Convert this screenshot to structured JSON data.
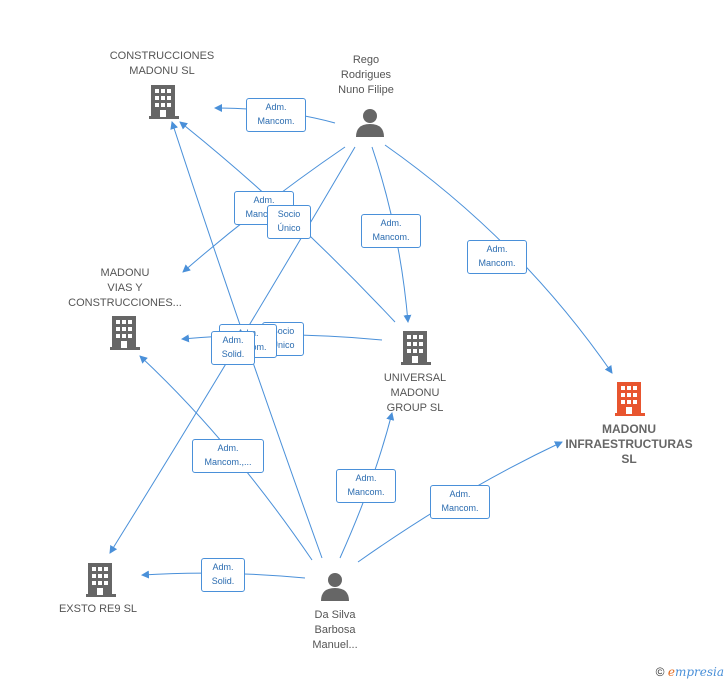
{
  "nodes": {
    "construcciones_madonu": {
      "label": "CONSTRUCCIONES\nMADONU  SL",
      "type": "company"
    },
    "rego_rodrigues": {
      "label": "Rego\nRodrigues\nNuno Filipe",
      "type": "person"
    },
    "madonu_vias": {
      "label": "MADONU\nVIAS Y\nCONSTRUCCIONES...",
      "type": "company"
    },
    "universal_madonu": {
      "label": "UNIVERSAL\nMADONU\nGROUP  SL",
      "type": "company"
    },
    "madonu_infraestructuras": {
      "label": "MADONU\nINFRAESTRUCTURAS\nSL",
      "type": "company-highlight"
    },
    "exsto_re9": {
      "label": "EXSTO RE9  SL",
      "type": "company"
    },
    "da_silva": {
      "label": "Da Silva\nBarbosa\nManuel...",
      "type": "person"
    }
  },
  "edge_labels": {
    "e1": "Adm.\nMancom.",
    "e2": "Adm.\nMancom.",
    "e3": "Socio\nÚnico",
    "e4": "Adm.\nMancom.",
    "e5": "Adm.\nMancom.",
    "e6": "Socio\nÚnico",
    "e7": "Adm.\nSolid.",
    "e8": "Adm.\nMancom.,...",
    "e9": "Adm.\nMancom.",
    "e10": "Adm.\nMancom.",
    "e11": "Adm.\nSolid."
  },
  "colors": {
    "edge": "#4a90d9",
    "icon": "#666666",
    "highlight": "#e8552f"
  },
  "footer": {
    "copyright": "©",
    "brand_first": "e",
    "brand_rest": "mpresia"
  }
}
